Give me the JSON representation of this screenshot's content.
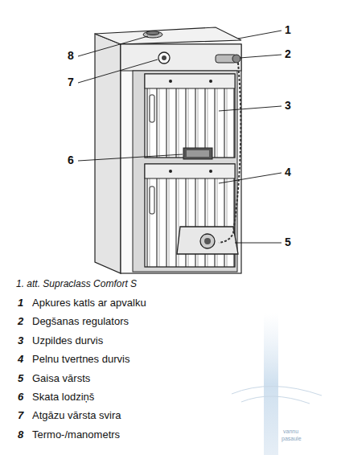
{
  "diagram": {
    "caption": "1. att. Supraclass Comfort S",
    "labels": [
      "1",
      "2",
      "8",
      "7",
      "3",
      "6",
      "4",
      "5",
      "1",
      "Apkures katls ar apvalku",
      "2",
      "Degšanas regulators",
      "3",
      "Uzpildes durvis",
      "4",
      "Pelnu tvertnes durvis",
      "5",
      "Gaisa vārsts",
      "6",
      "Skata lodziņš",
      "7",
      "Atgāzu vārsta svira",
      "8",
      "Termo-/manometrs",
      "vannu",
      "pasaule"
    ]
  }
}
